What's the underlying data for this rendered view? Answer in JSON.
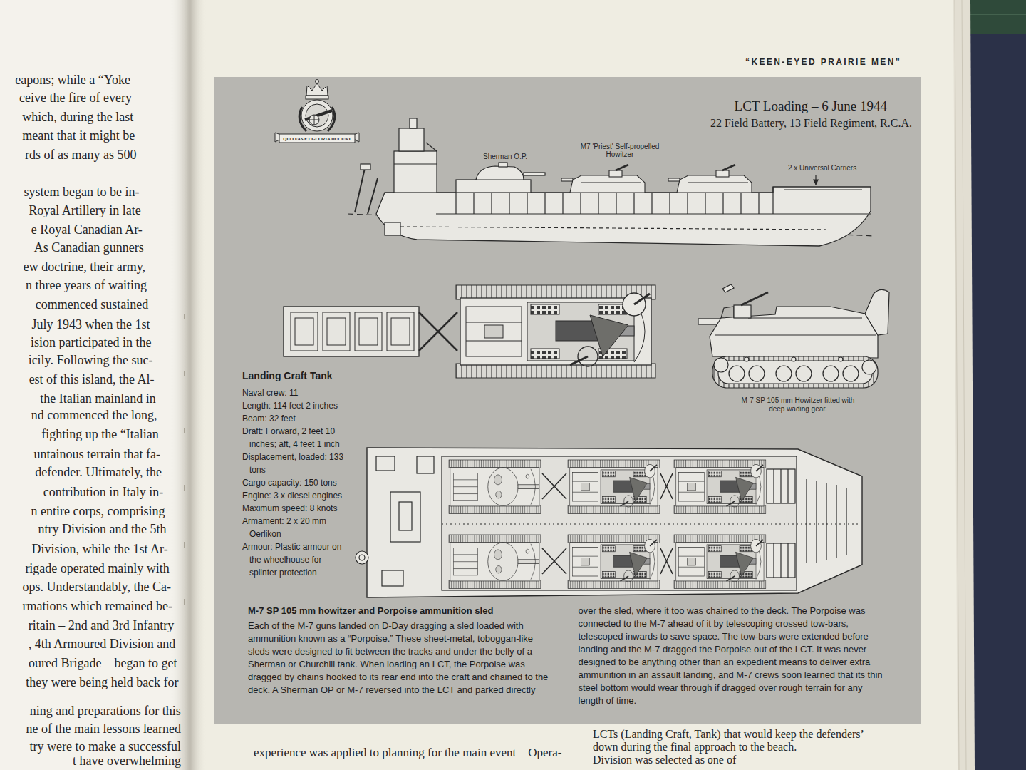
{
  "diagram": {
    "title": "LCT Loading – 6 June 1944",
    "nodes": [
      {
        "text": [
          "22 Field Battery, 13 Field Regiment, R.C.A.",
          "Landing Craft Tank",
          "Naval crew: 11",
          "Length: 114 feet 2 inches",
          "Beam: 32 feet",
          "Draft: Forward, 2 feet 10 inches; aft, 4 feet 1 inch",
          "Displacement, loaded: 133 tons",
          "Cargo capacity: 150 tons",
          "Engine: 3 x diesel engines",
          "Maximum speed: 8 knots",
          "Armament: 2 x 20 mm Oerlikon",
          "Armour: Plastic armour on the wheelhouse for splinter protection",
          "M-7 SP 105 mm howitzer and Porpoise ammunition sled",
          "Each of the M-7 guns landed on D-Day dragging a sled loaded with ammunition known as a “Porpoise.” These sheet-metal, toboggan-like sleds were designed to fit between the tracks and under the belly of a Sherman or Churchill tank. When loading an LCT, the Porpoise was dragged by chains hooked to its rear end into the craft and chained to the deck. A Sherman OP or M-7 reversed into the LCT and parked directly over the sled, where it too was chained to the deck. The Porpoise was connected to the M-7 ahead of it by telescoping crossed tow-bars, telescoped inwards to save space. The tow-bars were extended before landing and the M-7 dragged the Porpoise out of the LCT. It was never designed to be anything other than an expedient means to deliver extra ammunition in an assault landing, and M-7 crews soon learned that its thin steel bottom would wear through if dragged over rough terrain for any length of time."
        ]
      }
    ],
    "labels": [
      "“KEEN-EYED PRAIRIE MEN”",
      "QUO FAS ET GLORIA DUCUNT",
      "Sherman O.P.",
      "M7 'Priest' Self-propelled Howitzer",
      "2 x Universal Carriers",
      "M-7 SP 105 mm Howitzer fitted with deep wading gear.",
      "eapons; while a “Yoke",
      "ceive the fire of every",
      "which, during the last",
      "meant that it might be",
      "rds of as many as 500",
      "system began to be in-",
      "Royal Artillery in late",
      "e Royal Canadian Ar-",
      "As Canadian gunners",
      "ew doctrine, their army,",
      "n three years of waiting",
      "commenced sustained",
      "July 1943 when the 1st",
      "ision participated in the",
      "icily. Following the suc-",
      "est of this island, the Al-",
      "the Italian mainland in",
      "nd commenced the long,",
      "fighting up the “Italian",
      "untainous terrain that fa-",
      "defender. Ultimately, the",
      "contribution in Italy in-",
      "n entire corps, comprising",
      "ntry Division and the 5th",
      "Division, while the 1st Ar-",
      "rigade operated mainly with",
      "ops. Understandably, the Ca-",
      "rmations which remained be-",
      "ritain – 2nd and 3rd Infantry",
      ", 4th Armoured Division and",
      "oured Brigade – began to get",
      "they were being held back for",
      "ning and preparations for this",
      "ne of the main lessons learned",
      "try were to make a successful",
      "t have overwhelming",
      "experience was applied to planning for the main event – Opera-",
      "LCTs (Landing Craft, Tank) that would keep the defenders’",
      "down during the final approach to the beach.",
      "Division was selected as one of"
    ]
  }
}
